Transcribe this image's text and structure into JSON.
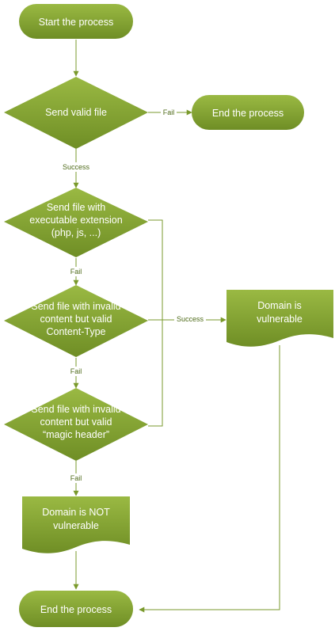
{
  "nodes": {
    "start": "Start the process",
    "valid_file": "Send valid file",
    "end_top": "End the process",
    "exec_ext": [
      "Send file with",
      "executable extension",
      "(php, js, ...)"
    ],
    "invalid_ct": [
      "Send file with invalid",
      "content but valid",
      "Content-Type"
    ],
    "magic_header": [
      "Send file with invalid",
      "content but valid",
      "“magic header”"
    ],
    "vulnerable": [
      "Domain is",
      "vulnerable"
    ],
    "not_vulnerable": [
      "Domain is NOT",
      "vulnerable"
    ],
    "end_bottom": "End the process"
  },
  "edges": {
    "fail": "Fail",
    "success": "Success"
  },
  "colors": {
    "shape_fill": "#7a9a2c",
    "shape_highlight": "#a0c04a",
    "line": "#7a9a2c",
    "text": "#ffffff"
  }
}
